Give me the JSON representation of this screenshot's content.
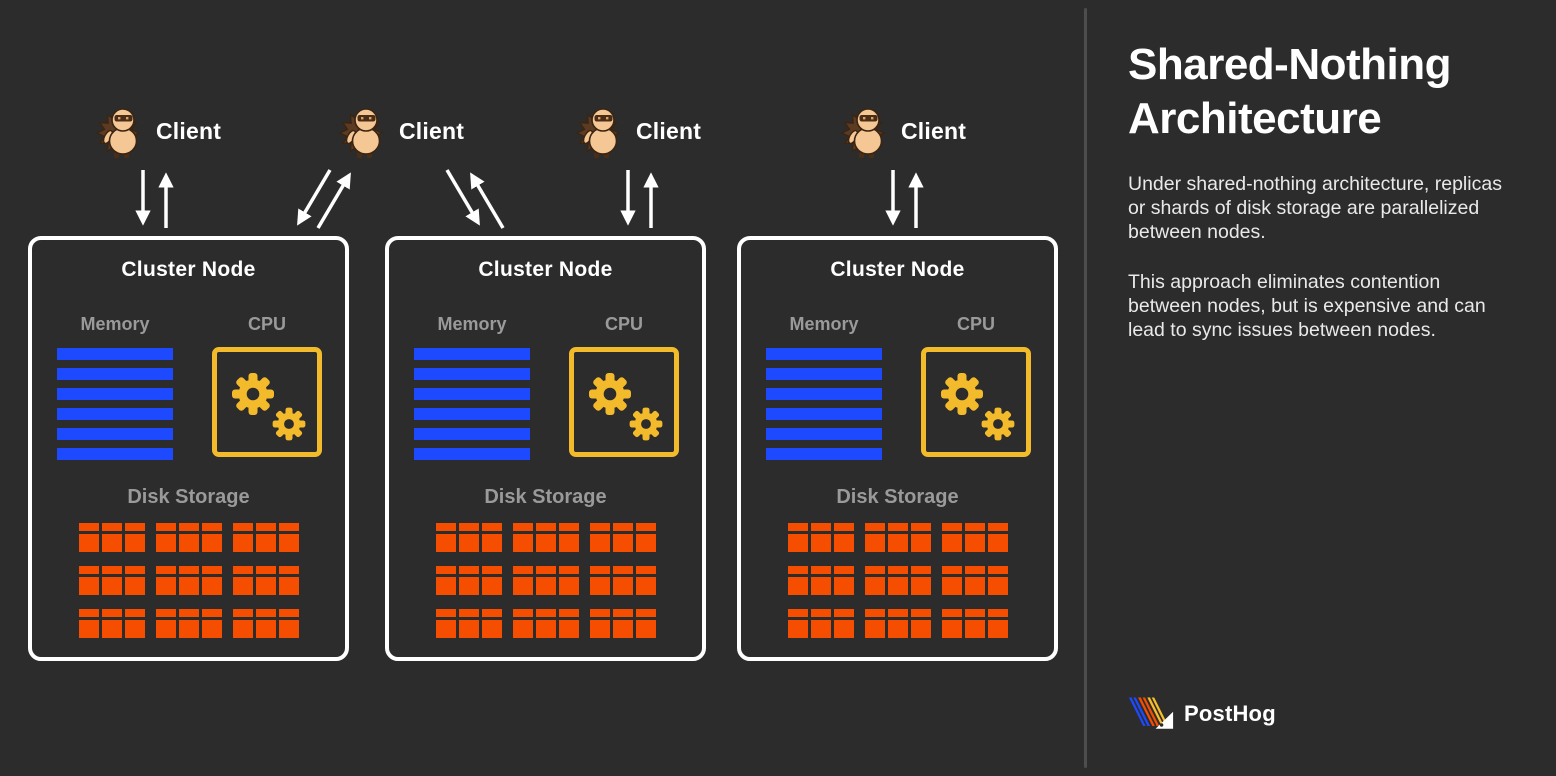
{
  "clients": {
    "items": [
      {
        "label": "Client",
        "icon": "hedgehog-icon"
      },
      {
        "label": "Client",
        "icon": "hedgehog-icon"
      },
      {
        "label": "Client",
        "icon": "hedgehog-icon"
      },
      {
        "label": "Client",
        "icon": "hedgehog-icon"
      }
    ]
  },
  "nodes": {
    "items": [
      {
        "title": "Cluster Node",
        "memory": {
          "label": "Memory",
          "bar_count": 6
        },
        "cpu": {
          "label": "CPU",
          "icon": "gear-icon",
          "gear_count": 2
        },
        "disk": {
          "label": "Disk Storage",
          "rows": 3,
          "cols": 3
        }
      },
      {
        "title": "Cluster Node",
        "memory": {
          "label": "Memory",
          "bar_count": 6
        },
        "cpu": {
          "label": "CPU",
          "icon": "gear-icon",
          "gear_count": 2
        },
        "disk": {
          "label": "Disk Storage",
          "rows": 3,
          "cols": 3
        }
      },
      {
        "title": "Cluster Node",
        "memory": {
          "label": "Memory",
          "bar_count": 6
        },
        "cpu": {
          "label": "CPU",
          "icon": "gear-icon",
          "gear_count": 2
        },
        "disk": {
          "label": "Disk Storage",
          "rows": 3,
          "cols": 3
        }
      }
    ]
  },
  "panel": {
    "title": "Shared-Nothing Architecture",
    "paragraphs": [
      "Under shared-nothing architecture, replicas or shards of disk storage are parallelized between nodes.",
      "This approach eliminates contention between nodes, but is expensive and can lead to sync issues between nodes."
    ],
    "brand": "PostHog",
    "logo_icon": "posthog-logo-icon"
  },
  "colors": {
    "background": "#2c2c2c",
    "node_border": "#ffffff",
    "memory_blue": "#1d4aff",
    "cpu_yellow": "#f3ba2b",
    "disk_orange": "#f54e00",
    "label_gray": "#9a9a9a",
    "divider_gray": "#4d4d4d",
    "logo_blue": "#1d4aff",
    "logo_orange": "#f54e00",
    "logo_yellow": "#f9bd2b"
  }
}
